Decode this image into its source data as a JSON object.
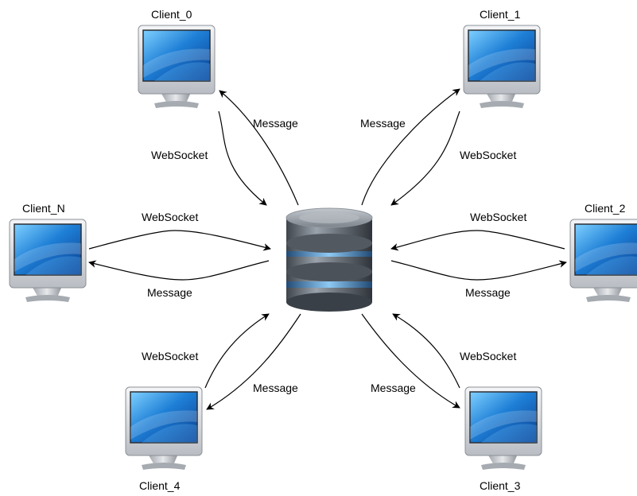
{
  "clients": [
    {
      "id": "c0",
      "name": "Client_0"
    },
    {
      "id": "c1",
      "name": "Client_1"
    },
    {
      "id": "cN",
      "name": "Client_N"
    },
    {
      "id": "c2",
      "name": "Client_2"
    },
    {
      "id": "c4",
      "name": "Client_4"
    },
    {
      "id": "c3",
      "name": "Client_3"
    }
  ],
  "edge_labels": {
    "websocket": "WebSocket",
    "message": "Message"
  },
  "colors": {
    "screen_blue": "#1e7fd6",
    "monitor_silver": "#c9ccd1",
    "server_gray": "#6f7780",
    "server_glow": "#5fb4ff"
  },
  "icons": {
    "client": "monitor-icon",
    "server": "database-server-icon"
  }
}
